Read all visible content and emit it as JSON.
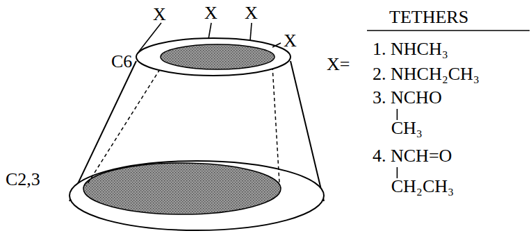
{
  "diagram": {
    "labels": [
      "X",
      "X",
      "X",
      "X",
      "C6",
      "C2,3",
      "X=",
      "TETHERS",
      "1. NHCH₃",
      "2. NHCH₂CH₃",
      "3. NCHO",
      "CH₃",
      "4. NCH=O",
      "CH₂CH₃"
    ]
  }
}
